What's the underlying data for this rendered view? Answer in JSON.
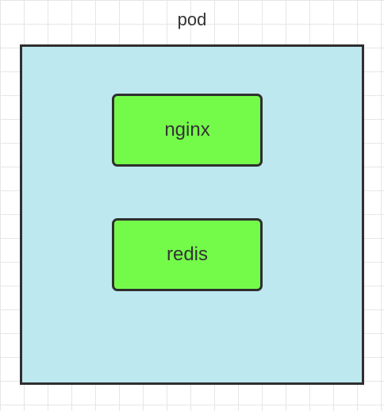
{
  "diagram": {
    "pod": {
      "label": "pod",
      "fill_color": "#bde8ef",
      "border_color": "#2f2f2f"
    },
    "containers": [
      {
        "label": "nginx",
        "fill_color": "#74fb4a"
      },
      {
        "label": "redis",
        "fill_color": "#74fb4a"
      }
    ],
    "background": {
      "color": "#ffffff",
      "grid_color": "#e6e6e6"
    }
  }
}
